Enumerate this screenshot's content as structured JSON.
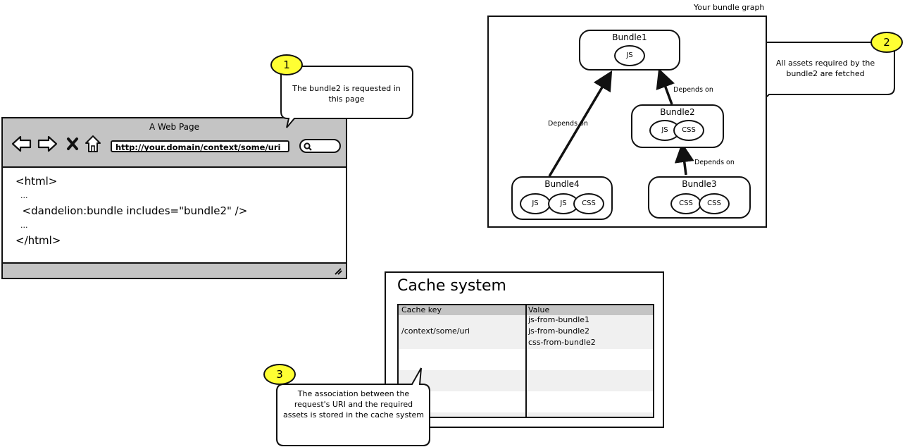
{
  "browser": {
    "title": "A Web Page",
    "url": "http://your.domain/context/some/uri",
    "code_lines": [
      "<html>",
      "  ...",
      "  <dandelion:bundle includes=\"bundle2\" />",
      "  ...",
      "</html>"
    ]
  },
  "graph": {
    "title": "Your bundle graph",
    "bundles": [
      {
        "name": "Bundle1",
        "assets": [
          "JS"
        ]
      },
      {
        "name": "Bundle2",
        "assets": [
          "JS",
          "CSS"
        ]
      },
      {
        "name": "Bundle3",
        "assets": [
          "CSS",
          "CSS"
        ]
      },
      {
        "name": "Bundle4",
        "assets": [
          "JS",
          "JS",
          "CSS"
        ]
      }
    ],
    "edge_label": "Depends on"
  },
  "cache": {
    "title": "Cache system",
    "columns": [
      "Cache key",
      "Value"
    ],
    "rows": [
      {
        "key": "/context/some/uri",
        "values": [
          "js-from-bundle1",
          "js-from-bundle2",
          "css-from-bundle2"
        ]
      }
    ]
  },
  "callouts": [
    {
      "number": "1",
      "text": "The bundle2 is requested in this page"
    },
    {
      "number": "2",
      "text": "All assets required by the bundle2 are fetched"
    },
    {
      "number": "3",
      "text": "The association between the request's URI and the required assets is stored in the cache system"
    }
  ],
  "colors": {
    "badge": "#ffff33",
    "bar": "#c4c4c4",
    "stroke": "#111111"
  }
}
